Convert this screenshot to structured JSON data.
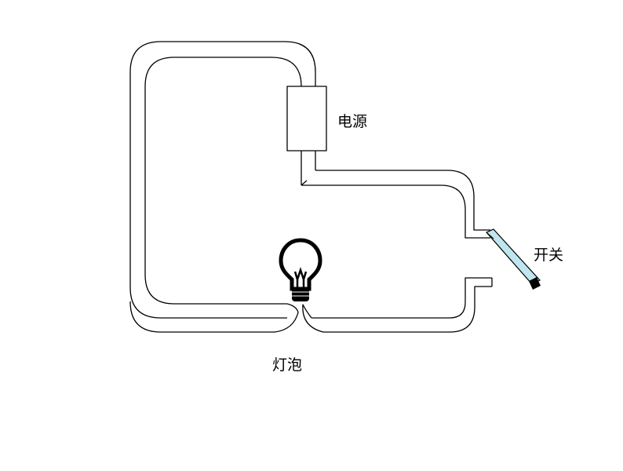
{
  "labels": {
    "power_source": "电源",
    "switch": "开关",
    "bulb": "灯泡"
  },
  "colors": {
    "stroke": "#000000",
    "background": "#ffffff",
    "switch_blade": "#bfe6ee",
    "bulb_fill": "#000000"
  },
  "components": [
    "battery-icon",
    "switch-icon",
    "light-bulb-icon"
  ]
}
